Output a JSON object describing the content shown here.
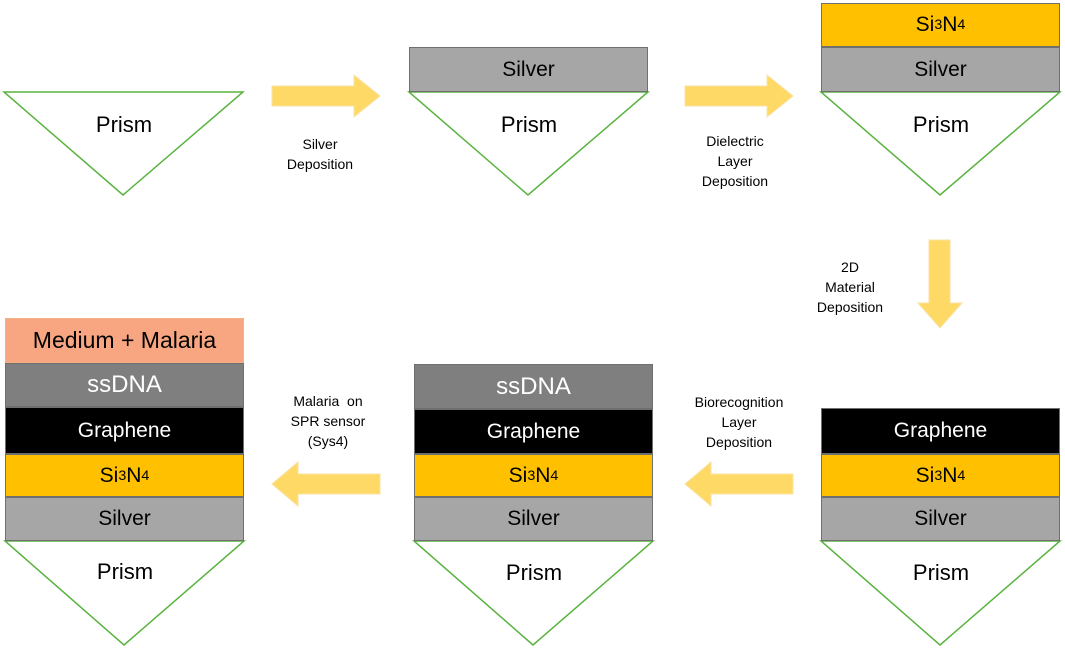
{
  "layers": {
    "silver": "Silver",
    "si3n4": {
      "base": "Si",
      "sub1": "3",
      "mid": "N",
      "sub2": "4"
    },
    "graphene": "Graphene",
    "ssdna": "ssDNA",
    "medium": "Medium + Malaria"
  },
  "prism_label": "Prism",
  "steps": {
    "s1": [
      "Silver",
      "Deposition"
    ],
    "s2": [
      "Dielectric",
      "Layer",
      "Deposition"
    ],
    "s3": [
      "2D",
      "Material",
      "Deposition"
    ],
    "s4": [
      "Biorecognition",
      "Layer",
      "Deposition"
    ],
    "s5": [
      "Malaria  on",
      "SPR sensor",
      "(Sys4)"
    ]
  },
  "colors": {
    "prism_stroke": "#59b33f",
    "arrow_fill": "#ffd966",
    "arrow_stroke": "#f9e2a4",
    "silver": "#a6a6a6",
    "si3n4": "#ffc000",
    "graphene": "#000000",
    "ssdna": "#7f7f7f",
    "medium": "#f8a682"
  }
}
